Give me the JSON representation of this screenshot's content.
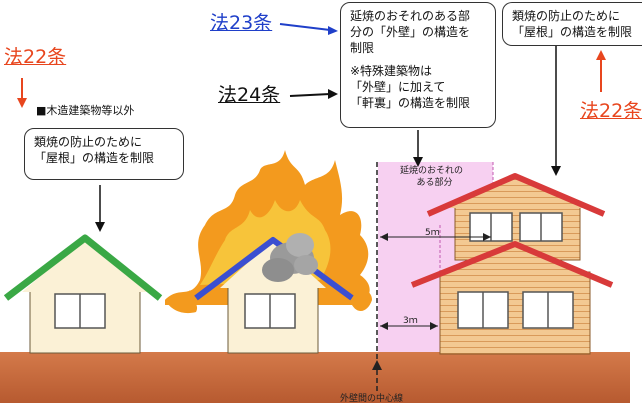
{
  "labels": {
    "law22_left": "法22条",
    "law23": "法23条",
    "law24": "法24条",
    "law22_right": "法22条",
    "note_non_wood": "■木造建築物等以外",
    "fire_area_label_line1": "延焼のおそれの",
    "fire_area_label_line2": "ある部分",
    "dim_5m": "5ｍ",
    "dim_3m": "3ｍ",
    "centerline": "外壁間の中心線"
  },
  "bubbles": {
    "roof_left": [
      "類焼の防止のために",
      "「屋根」の構造を制限"
    ],
    "wall_center": [
      "延焼のおそれのある部",
      "分の「外壁」の構造を",
      "制限",
      "",
      "※特殊建築物は",
      "「外壁」に加えて",
      "「軒裏」の構造を制限"
    ],
    "roof_right": [
      "類焼の防止のために",
      "「屋根」の構造を制限"
    ]
  },
  "colors": {
    "law22": "#e8461e",
    "law23": "#1f3fc9",
    "fire_zone": "#f6c8ee",
    "ground": "#c86a3c",
    "roof_green": "#3aa845",
    "roof_blue": "#3b4fd1",
    "roof_red": "#d83a3a",
    "flame": "#f39a1e",
    "wall_cream": "#fbf1d6",
    "wood_siding": "#f1c48e"
  }
}
